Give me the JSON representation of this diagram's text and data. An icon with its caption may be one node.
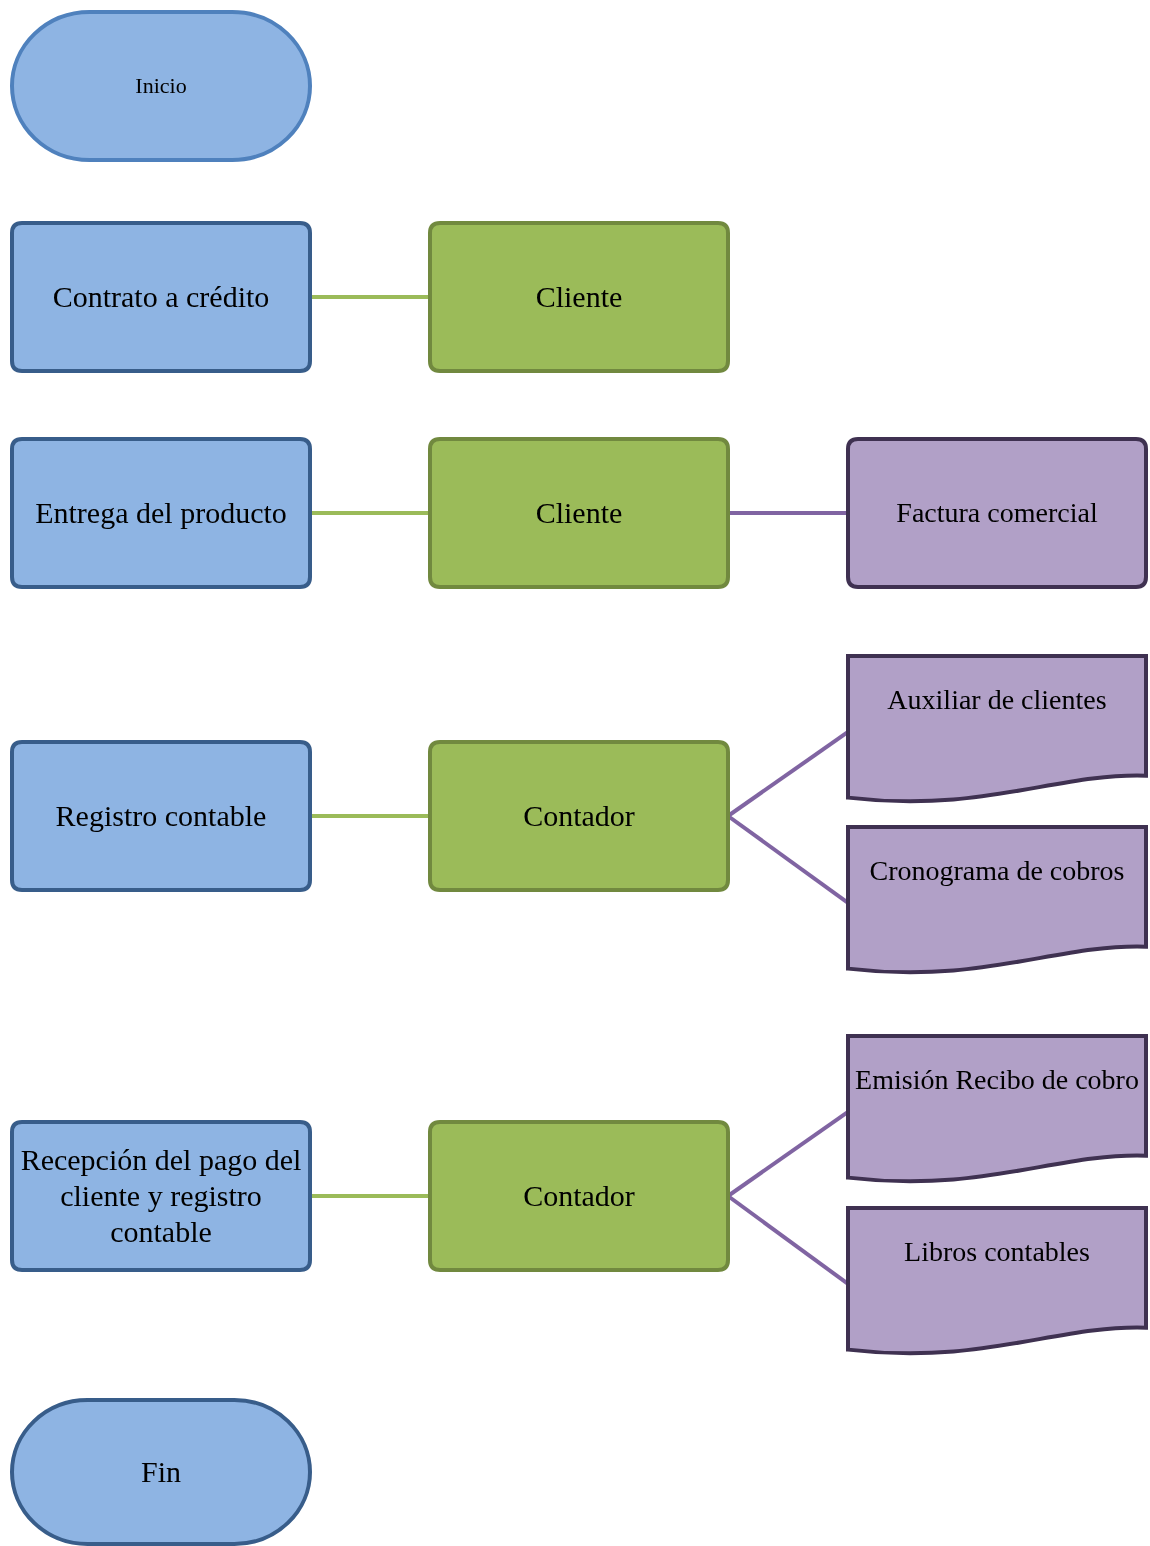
{
  "diagram": {
    "nodes": [
      {
        "text": [
          "Inicio"
        ]
      },
      {
        "text": [
          "Contrato a crédito"
        ]
      },
      {
        "text": [
          "Cliente"
        ]
      },
      {
        "text": [
          "Entrega del producto"
        ]
      },
      {
        "text": [
          "Cliente"
        ]
      },
      {
        "text": [
          "Factura comercial"
        ]
      },
      {
        "text": [
          "Registro contable"
        ]
      },
      {
        "text": [
          "Contador"
        ]
      },
      {
        "text": [
          "Auxiliar de clientes"
        ]
      },
      {
        "text": [
          "Cronograma de cobros"
        ]
      },
      {
        "text": [
          "Recepción del pago del cliente y registro contable"
        ]
      },
      {
        "text": [
          "Contador"
        ]
      },
      {
        "text": [
          "Emisión Recibo de cobro"
        ]
      },
      {
        "text": [
          "Libros contables"
        ]
      },
      {
        "text": [
          "Fin"
        ]
      }
    ],
    "edges": [
      {
        "from": 1,
        "to": 2,
        "arrow": "none",
        "color": "#9bbb59"
      },
      {
        "from": 3,
        "to": 4,
        "arrow": "none",
        "color": "#9bbb59"
      },
      {
        "from": 4,
        "to": 5,
        "arrow": "none"
      },
      {
        "from": 6,
        "to": 7,
        "arrow": "none",
        "color": "#9bbb59"
      },
      {
        "from": 7,
        "to": 8,
        "arrow": "none"
      },
      {
        "from": 7,
        "to": 9,
        "arrow": "none"
      },
      {
        "from": 10,
        "to": 11,
        "arrow": "none",
        "color": "#9bbb59"
      },
      {
        "from": 11,
        "to": 12,
        "arrow": "none"
      },
      {
        "from": 11,
        "to": 13,
        "arrow": "none"
      }
    ]
  }
}
